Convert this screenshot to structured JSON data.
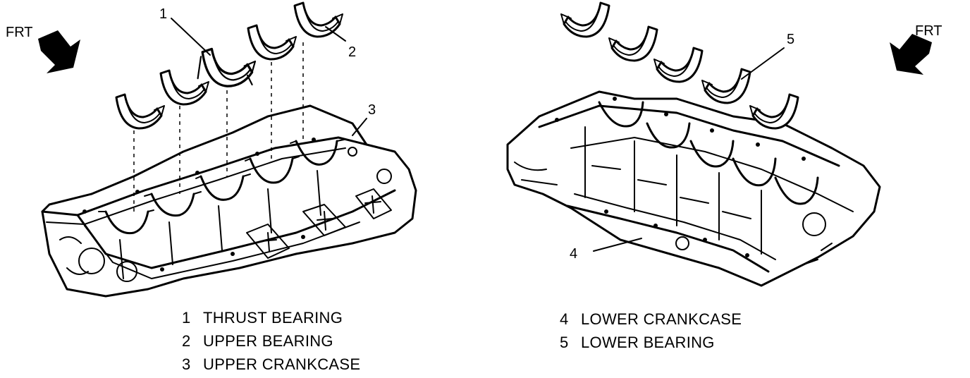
{
  "front_labels": {
    "left": "FRT",
    "right": "FRT"
  },
  "callouts": {
    "c1": "1",
    "c2": "2",
    "c3": "3",
    "c4": "4",
    "c5": "5"
  },
  "legend_left": [
    {
      "num": "1",
      "label": "THRUST BEARING"
    },
    {
      "num": "2",
      "label": "UPPER BEARING"
    },
    {
      "num": "3",
      "label": "UPPER CRANKCASE"
    }
  ],
  "legend_right": [
    {
      "num": "4",
      "label": "LOWER CRANKCASE"
    },
    {
      "num": "5",
      "label": "LOWER BEARING"
    }
  ],
  "icons": [
    "front-direction-arrow-icon",
    "bearing-shell-icon"
  ],
  "colors": {
    "ink": "#000000",
    "paper": "#ffffff"
  }
}
